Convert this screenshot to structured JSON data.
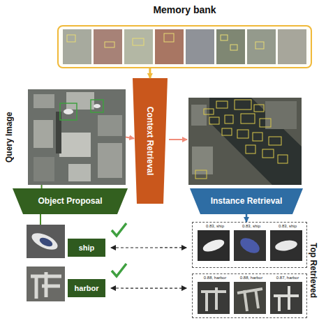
{
  "diagram": {
    "nodes": [
      {
        "text": [
          "Memory bank"
        ]
      },
      {
        "text": [
          "Query Image"
        ]
      },
      {
        "text": [
          "Context Retrieval"
        ]
      },
      {
        "text": [
          "Object Proposal"
        ]
      },
      {
        "text": [
          "Instance Retrieval"
        ]
      },
      {
        "text": [
          "ship"
        ]
      },
      {
        "text": [
          "harbor"
        ]
      },
      {
        "text": [
          "0.83, ship",
          "0.83, ship",
          "0.83, ship"
        ]
      },
      {
        "text": [
          "0.88, harbor",
          "0.88, harbor",
          "0.87, harbor"
        ]
      }
    ],
    "edges": [
      {
        "from": 0,
        "to": 2,
        "arrow": "to"
      },
      {
        "from": 1,
        "to": 2,
        "arrow": "to"
      },
      {
        "from": 1,
        "to": 3,
        "arrow": "none"
      },
      {
        "from": 4,
        "to": 7,
        "arrow": "to"
      },
      {
        "from": 5,
        "to": 7,
        "arrow": "both"
      },
      {
        "from": 6,
        "to": 8,
        "arrow": "both"
      }
    ],
    "labels": [
      "Top Retrieved"
    ]
  }
}
